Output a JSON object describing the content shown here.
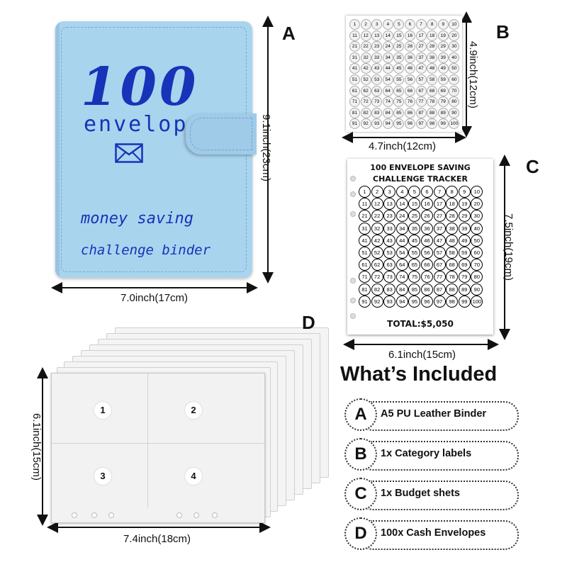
{
  "binder": {
    "title_number": "100",
    "title_word": "envelopes",
    "subtitle_line1": "money saving",
    "subtitle_line2": "challenge binder",
    "icon": "envelope-icon",
    "color": "#a9d4ee",
    "ink_color": "#1733b8",
    "letter": "A",
    "height_label": "9.1inch(23cm)",
    "width_label": "7.0inch(17cm)"
  },
  "stickers": {
    "letter": "B",
    "numbers": [
      "1",
      "2",
      "3",
      "4",
      "5",
      "6",
      "7",
      "8",
      "9",
      "10",
      "11",
      "12",
      "13",
      "14",
      "15",
      "16",
      "17",
      "18",
      "19",
      "20",
      "21",
      "22",
      "23",
      "24",
      "25",
      "26",
      "27",
      "28",
      "29",
      "30",
      "31",
      "32",
      "33",
      "34",
      "35",
      "36",
      "37",
      "38",
      "39",
      "40",
      "41",
      "42",
      "43",
      "44",
      "45",
      "46",
      "47",
      "48",
      "49",
      "50",
      "51",
      "52",
      "53",
      "54",
      "55",
      "56",
      "57",
      "58",
      "59",
      "60",
      "61",
      "62",
      "63",
      "64",
      "65",
      "66",
      "67",
      "68",
      "69",
      "70",
      "71",
      "72",
      "73",
      "74",
      "75",
      "76",
      "77",
      "78",
      "79",
      "80",
      "81",
      "82",
      "83",
      "84",
      "85",
      "86",
      "87",
      "88",
      "89",
      "90",
      "91",
      "92",
      "93",
      "94",
      "95",
      "96",
      "97",
      "98",
      "99",
      "100"
    ],
    "height_label": "4.9inch(12cm)",
    "width_label": "4.7inch(12cm)"
  },
  "tracker": {
    "letter": "C",
    "title_line1": "100  ENVELOPE SAVING",
    "title_line2": "CHALLENGE TRACKER",
    "total": "TOTAL:$5,050",
    "height_label": "7.5inch(19cm)",
    "width_label": "6.1inch(15cm)"
  },
  "envelopes": {
    "letter": "D",
    "pocket_numbers": [
      "1",
      "2",
      "3",
      "4"
    ],
    "height_label": "6.1inch(15cm)",
    "width_label": "7.4inch(18cm)"
  },
  "included": {
    "title": "What’s Included",
    "items": [
      {
        "letter": "A",
        "label": "A5 PU Leather Binder"
      },
      {
        "letter": "B",
        "label": "1x Category labels"
      },
      {
        "letter": "C",
        "label": "1x Budget shets"
      },
      {
        "letter": "D",
        "label": "100x Cash Envelopes"
      }
    ]
  }
}
